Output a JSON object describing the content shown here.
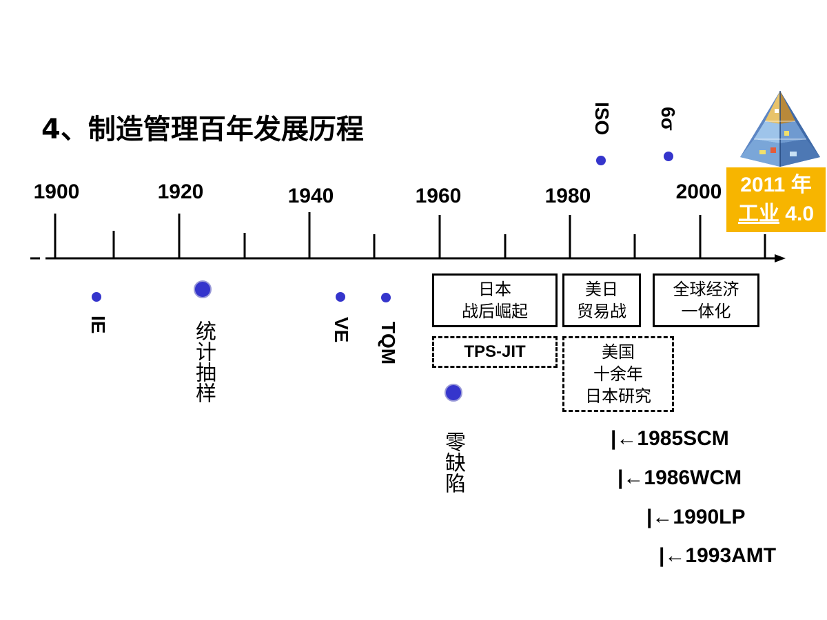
{
  "title": "4、制造管理百年发展历程",
  "years": [
    "1900",
    "1920",
    "1940",
    "1960",
    "1980",
    "2000"
  ],
  "events_below": {
    "ie": "IE",
    "stat_sampling": "统计抽样",
    "ve": "VE",
    "tqm": "TQM",
    "zero_defect": "零缺陷"
  },
  "events_above": {
    "iso": "ISO",
    "six_sigma": "6σ"
  },
  "periods": {
    "japan_rise": "日本\n战后崛起",
    "us_japan_trade_war": "美日\n贸易战",
    "global_integration": "全球经济\n一体化",
    "tps_jit": "TPS-JIT",
    "us_study_japan": "美国\n十余年\n日本研究"
  },
  "milestones": [
    "|←1985SCM",
    "|←1986WCM",
    "|←1990LP",
    "|←1993AMT"
  ],
  "badge": {
    "line1": "2011 年",
    "line2_underlined": "工业",
    "line2_rest": " 4.0"
  },
  "colors": {
    "dot": "#3535cc",
    "badge": "#f7b500"
  },
  "icons": {
    "pyramid": "pyramid-collage-icon"
  }
}
